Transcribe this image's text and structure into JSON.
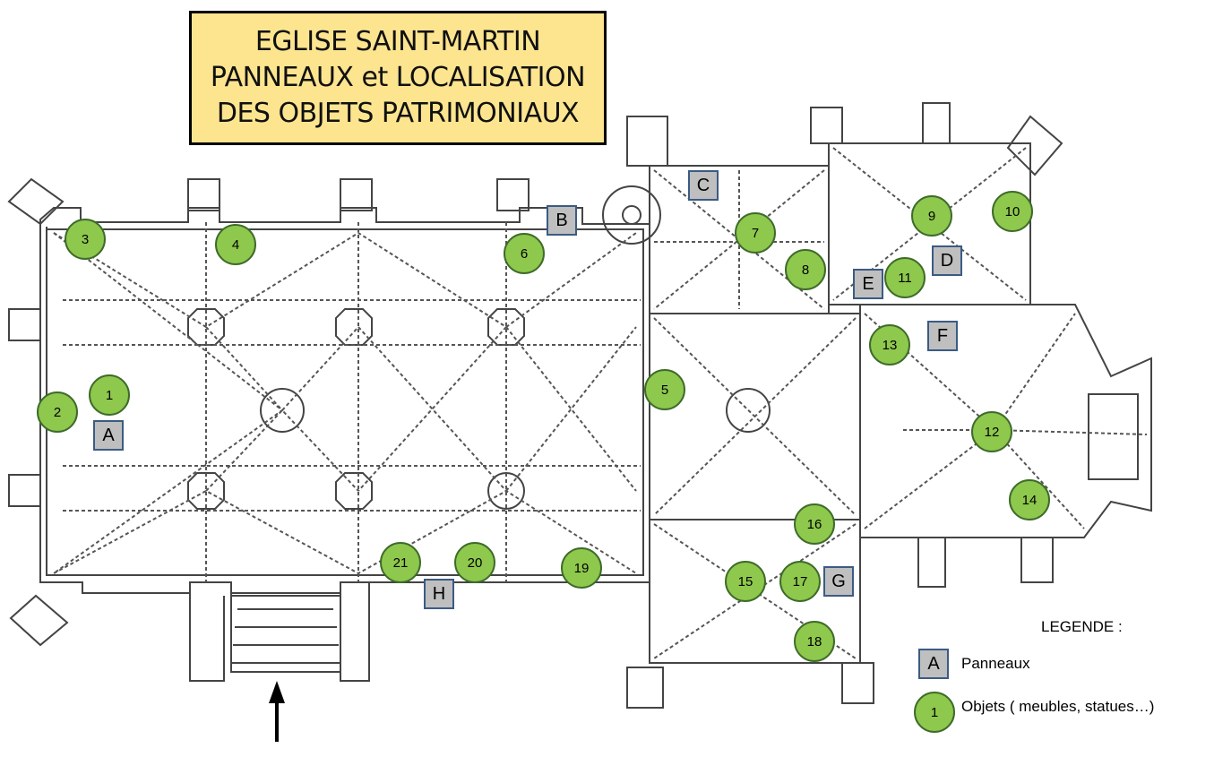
{
  "title": {
    "line1": "EGLISE SAINT-MARTIN",
    "line2": "PANNEAUX et LOCALISATION",
    "line3": "DES OBJETS PATRIMONIAUX"
  },
  "colors": {
    "title_fill": "#fde58f",
    "panel_fill": "#bfbfbf",
    "panel_border": "#3b5b84",
    "object_fill": "#8ec84d",
    "object_border": "#3e6b2a",
    "plan_lines": "#444444"
  },
  "panels": {
    "A": "A",
    "B": "B",
    "C": "C",
    "D": "D",
    "E": "E",
    "F": "F",
    "G": "G",
    "H": "H"
  },
  "objects": {
    "o1": "1",
    "o2": "2",
    "o3": "3",
    "o4": "4",
    "o5": "5",
    "o6": "6",
    "o7": "7",
    "o8": "8",
    "o9": "9",
    "o10": "10",
    "o11": "11",
    "o12": "12",
    "o13": "13",
    "o14": "14",
    "o15": "15",
    "o16": "16",
    "o17": "17",
    "o18": "18",
    "o19": "19",
    "o20": "20",
    "o21": "21"
  },
  "legend": {
    "title": "LEGENDE :",
    "panel_sample": "A",
    "panel_label": "Panneaux",
    "object_sample": "1",
    "object_label": "Objets ( meubles, statues…)"
  },
  "entrance_icon": "up-arrow-icon"
}
